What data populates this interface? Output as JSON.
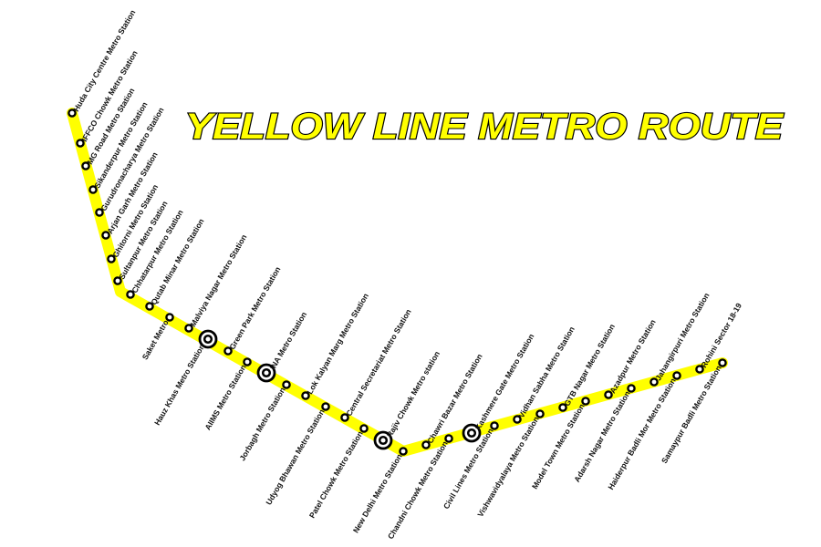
{
  "title": "YELLOW LINE METRO ROUTE",
  "colors": {
    "line": "#ffff00",
    "station_ring": "#000000",
    "background": "#ffffff"
  },
  "stations": [
    {
      "name": "Huda City Centre Metro Station",
      "interchange": false
    },
    {
      "name": "IFFCO Chowk Metro Station",
      "interchange": false
    },
    {
      "name": "MG Road Metro Station",
      "interchange": false
    },
    {
      "name": "Sikanderpur Metro Station",
      "interchange": false
    },
    {
      "name": "Gurudronacharya Metro Station",
      "interchange": false
    },
    {
      "name": "Arjan Garh Metro Station",
      "interchange": false
    },
    {
      "name": "Ghitorni Metro Station",
      "interchange": false
    },
    {
      "name": "Sultanpur Metro Station",
      "interchange": false
    },
    {
      "name": "Chhatarpur Metro Station",
      "interchange": false
    },
    {
      "name": "Qutab Minar Metro Station",
      "interchange": false
    },
    {
      "name": "Saket Metro",
      "interchange": false
    },
    {
      "name": "Malviya Nagar Metro Station",
      "interchange": false
    },
    {
      "name": "Hauz Khas Metro Station",
      "interchange": true
    },
    {
      "name": "Green Park Metro Station",
      "interchange": false
    },
    {
      "name": "AIIMS Metro Station",
      "interchange": false
    },
    {
      "name": "INA Metro Station",
      "interchange": true
    },
    {
      "name": "Jorbagh Metro Station",
      "interchange": false
    },
    {
      "name": "Lok Kalyan Marg Metro Station",
      "interchange": false
    },
    {
      "name": "Udyog Bhawan Metro Station",
      "interchange": false
    },
    {
      "name": "Central Secretariat Metro Station",
      "interchange": false
    },
    {
      "name": "Patel Chowk Metro Station",
      "interchange": false
    },
    {
      "name": "Rajiv Chowk Metro station",
      "interchange": true
    },
    {
      "name": "New Delhi Metro Station",
      "interchange": false
    },
    {
      "name": "Chawri Bazar Metro Station",
      "interchange": false
    },
    {
      "name": "Chandni Chowk Metro Station",
      "interchange": false
    },
    {
      "name": "Kashmere Gate Metro Station",
      "interchange": true
    },
    {
      "name": "Civil Lines Metro Station",
      "interchange": false
    },
    {
      "name": "Vidhan Sabha Metro Station",
      "interchange": false
    },
    {
      "name": "Vishwavidyalaya Metro Station",
      "interchange": false
    },
    {
      "name": "GTB Nagar Metro Station",
      "interchange": false
    },
    {
      "name": "Model Town Metro Station",
      "interchange": false
    },
    {
      "name": "Azadpur Metro Station",
      "interchange": false
    },
    {
      "name": "Adarsh Nagar Metro Station",
      "interchange": false
    },
    {
      "name": "Jahangirpuri Metro Station",
      "interchange": false
    },
    {
      "name": "Haiderpur Badli Mor Metro Station",
      "interchange": false
    },
    {
      "name": "Rohini Sector 18-19",
      "interchange": false
    },
    {
      "name": "Samaypur Badli Metro Station",
      "interchange": false
    }
  ]
}
